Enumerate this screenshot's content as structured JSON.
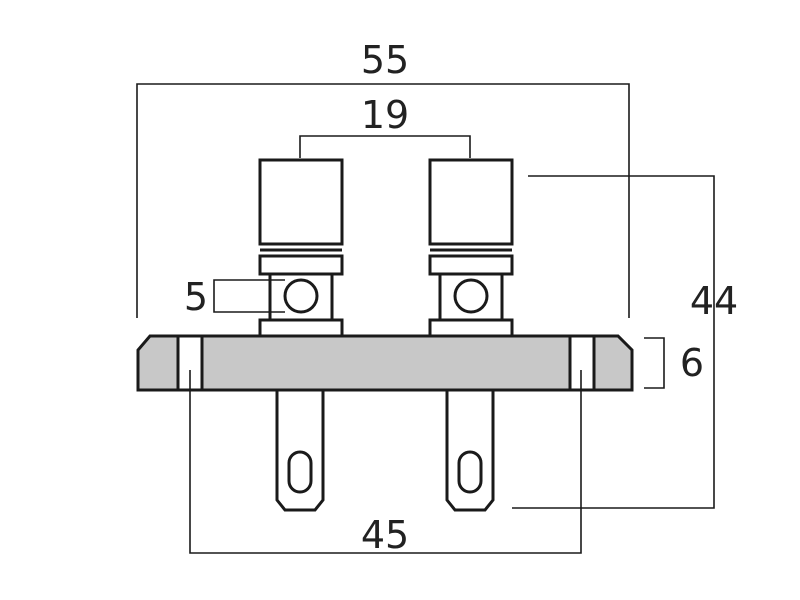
{
  "diagram": {
    "dimensions": {
      "overall_width": "55",
      "terminal_spacing": "19",
      "hole_diameter": "5",
      "overall_height": "44",
      "base_thickness": "6",
      "mounting_spacing": "45"
    },
    "colors": {
      "outline": "#1a1a1a",
      "base_fill": "#c8c8c8",
      "background": "#ffffff"
    }
  }
}
